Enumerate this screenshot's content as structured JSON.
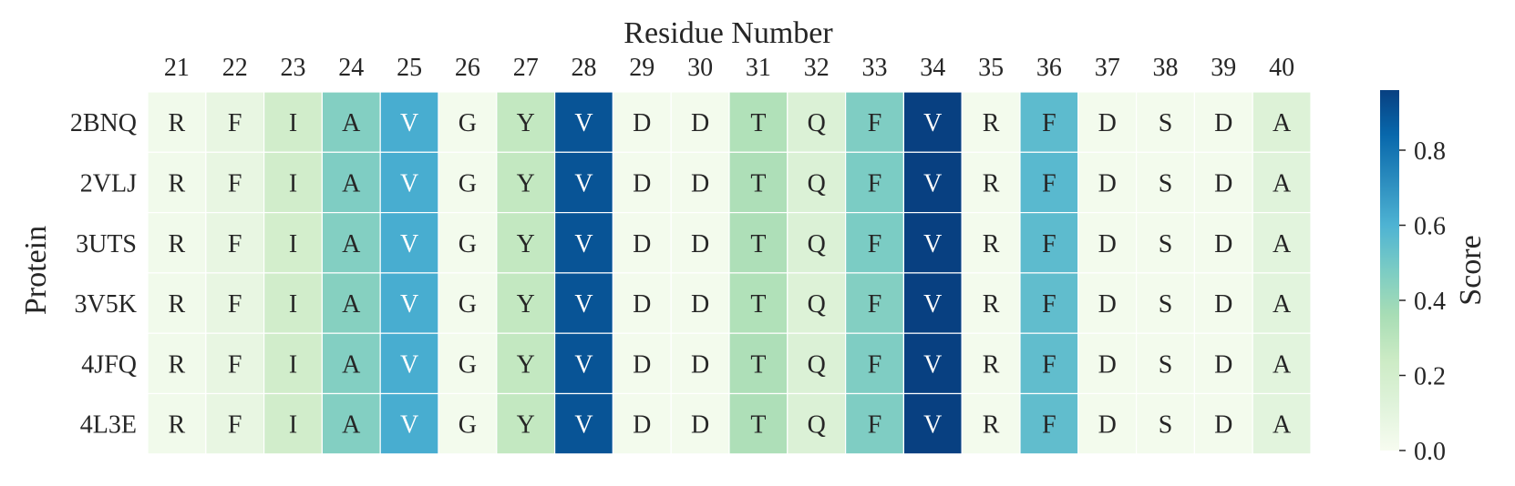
{
  "chart_data": {
    "type": "heatmap",
    "title": "",
    "xlabel": "Residue Number",
    "ylabel": "Protein",
    "colorbar_label": "Score",
    "x": [
      "21",
      "22",
      "23",
      "24",
      "25",
      "26",
      "27",
      "28",
      "29",
      "30",
      "31",
      "32",
      "33",
      "34",
      "35",
      "36",
      "37",
      "38",
      "39",
      "40"
    ],
    "y": [
      "2BNQ",
      "2VLJ",
      "3UTS",
      "3V5K",
      "4JFQ",
      "4L3E"
    ],
    "residues": [
      "R",
      "F",
      "I",
      "A",
      "V",
      "G",
      "Y",
      "V",
      "D",
      "D",
      "T",
      "Q",
      "F",
      "V",
      "R",
      "F",
      "D",
      "S",
      "D",
      "A"
    ],
    "values": [
      [
        0.03,
        0.08,
        0.21,
        0.46,
        0.62,
        0.02,
        0.27,
        0.9,
        0.02,
        0.02,
        0.33,
        0.15,
        0.47,
        0.97,
        0.02,
        0.56,
        0.02,
        0.02,
        0.02,
        0.14
      ],
      [
        0.03,
        0.08,
        0.21,
        0.47,
        0.62,
        0.02,
        0.27,
        0.9,
        0.02,
        0.02,
        0.34,
        0.15,
        0.48,
        0.97,
        0.02,
        0.57,
        0.02,
        0.02,
        0.02,
        0.12
      ],
      [
        0.03,
        0.08,
        0.2,
        0.46,
        0.62,
        0.02,
        0.27,
        0.9,
        0.02,
        0.02,
        0.34,
        0.15,
        0.48,
        0.97,
        0.02,
        0.56,
        0.02,
        0.02,
        0.02,
        0.11
      ],
      [
        0.03,
        0.08,
        0.21,
        0.45,
        0.62,
        0.02,
        0.27,
        0.9,
        0.02,
        0.02,
        0.33,
        0.14,
        0.46,
        0.97,
        0.02,
        0.55,
        0.02,
        0.02,
        0.02,
        0.11
      ],
      [
        0.03,
        0.08,
        0.21,
        0.46,
        0.62,
        0.02,
        0.27,
        0.9,
        0.02,
        0.02,
        0.34,
        0.15,
        0.47,
        0.97,
        0.02,
        0.55,
        0.02,
        0.02,
        0.02,
        0.11
      ],
      [
        0.03,
        0.08,
        0.21,
        0.46,
        0.62,
        0.02,
        0.27,
        0.9,
        0.02,
        0.02,
        0.34,
        0.15,
        0.47,
        0.97,
        0.02,
        0.55,
        0.02,
        0.02,
        0.02,
        0.11
      ]
    ],
    "colorbar_range": [
      0.0,
      0.96
    ],
    "colorbar_ticks": [
      "0.0",
      "0.2",
      "0.4",
      "0.6",
      "0.8"
    ],
    "colormap": [
      "#f7fcf0",
      "#e0f3db",
      "#ccebc5",
      "#a8ddb5",
      "#7bccc4",
      "#4eb3d3",
      "#2b8cbe",
      "#0868ac",
      "#084081"
    ],
    "grid": true
  }
}
